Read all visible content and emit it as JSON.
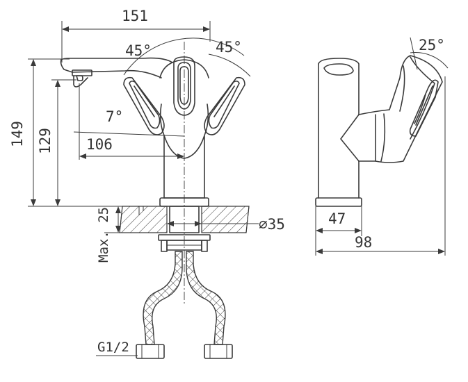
{
  "dimensions": {
    "overall_width": "151",
    "overall_height": "149",
    "spout_height": "129",
    "spout_reach": "106",
    "max_counter_thickness": "Max. 25",
    "hole_diameter": "∅35",
    "base_width_side": "47",
    "side_depth": "98",
    "connection_thread": "G1/2"
  },
  "angles": {
    "handle_left": "45°",
    "handle_right": "45°",
    "spout_tilt": "7°",
    "handle_side": "25°"
  }
}
